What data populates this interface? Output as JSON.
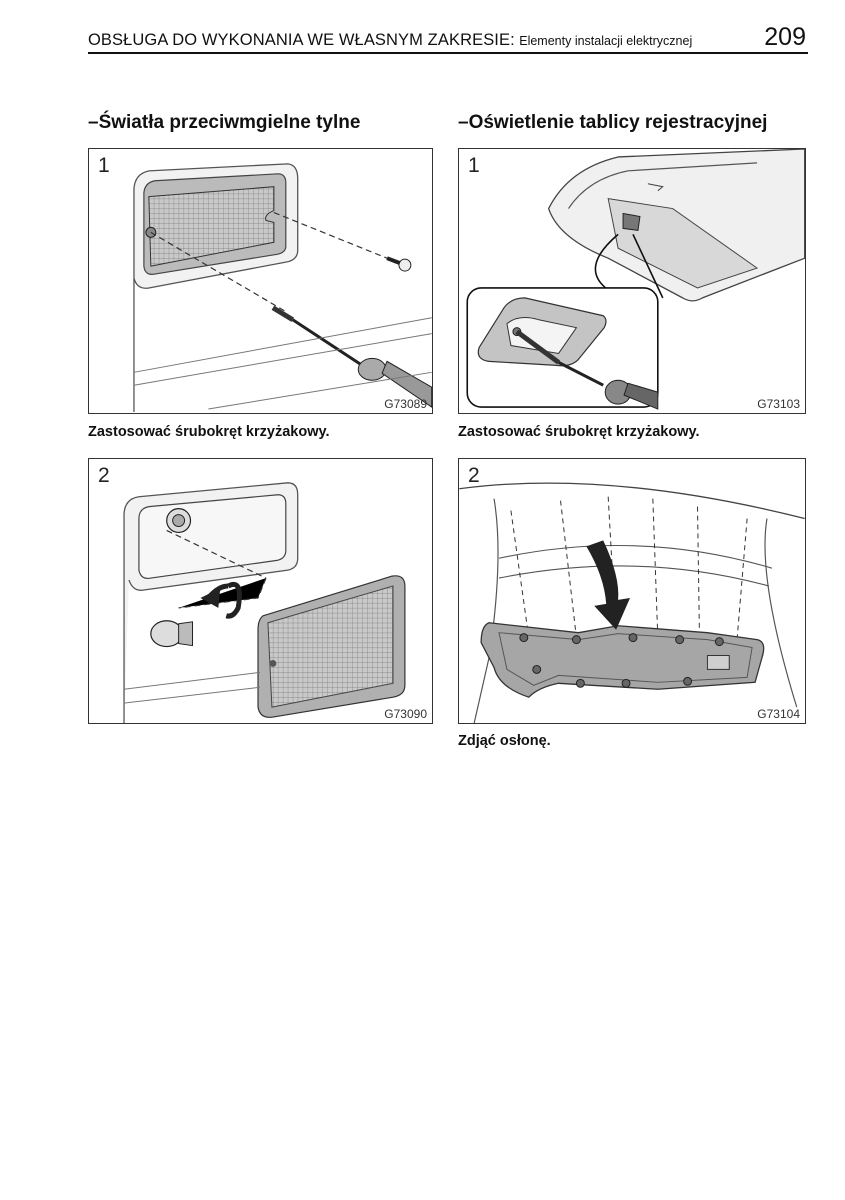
{
  "header": {
    "section": "OBSŁUGA DO WYKONANIA WE WŁASNYM ZAKRESIE:",
    "subsection": "Elementy instalacji elektrycznej",
    "page_number": "209"
  },
  "left_column": {
    "title": "–Światła przeciwmgielne tylne",
    "fig1": {
      "step": "1",
      "code": "G73089"
    },
    "fig1_caption": "Zastosować śrubokręt krzyżakowy.",
    "fig2": {
      "step": "2",
      "code": "G73090"
    }
  },
  "right_column": {
    "title": "–Oświetlenie tablicy rejestracyjnej",
    "fig1": {
      "step": "1",
      "code": "G73103"
    },
    "fig1_caption": "Zastosować śrubokręt krzyżakowy.",
    "fig2": {
      "step": "2",
      "code": "G73104"
    },
    "fig2_caption": "Zdjąć osłonę."
  }
}
